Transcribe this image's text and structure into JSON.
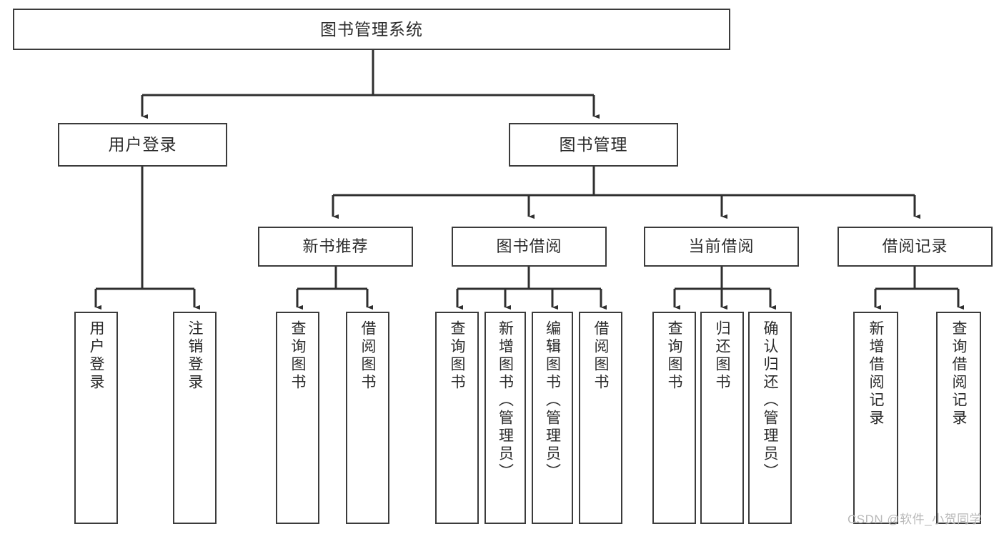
{
  "diagram": {
    "type": "tree-hierarchy-chart",
    "title_text": "图书管理系统",
    "watermark": "CSDN @软件_小贺同学",
    "colors": {
      "box_border": "#3b3b3b",
      "box_fill": "#ffffff",
      "connector": "#2f2f2f",
      "text": "#2b2b2b",
      "watermark": "#b9b9b9",
      "background": "#ffffff"
    },
    "root": {
      "label": "图书管理系统"
    },
    "level1": [
      {
        "label": "用户登录"
      },
      {
        "label": "图书管理"
      }
    ],
    "level2": [
      {
        "label": "新书推荐"
      },
      {
        "label": "图书借阅"
      },
      {
        "label": "当前借阅"
      },
      {
        "label": "借阅记录"
      }
    ],
    "leaves": {
      "user_login": [
        {
          "label": "用户登录"
        },
        {
          "label": "注销登录"
        }
      ],
      "new_book_recommend": [
        {
          "label": "查询图书"
        },
        {
          "label": "借阅图书"
        }
      ],
      "book_borrow": [
        {
          "label": "查询图书"
        },
        {
          "label": "新增图书（管理员）"
        },
        {
          "label": "编辑图书（管理员）"
        },
        {
          "label": "借阅图书"
        }
      ],
      "current_borrow": [
        {
          "label": "查询图书"
        },
        {
          "label": "归还图书"
        },
        {
          "label": "确认归还（管理员）"
        }
      ],
      "borrow_record": [
        {
          "label": "新增借阅记录"
        },
        {
          "label": "查询借阅记录"
        }
      ]
    }
  }
}
